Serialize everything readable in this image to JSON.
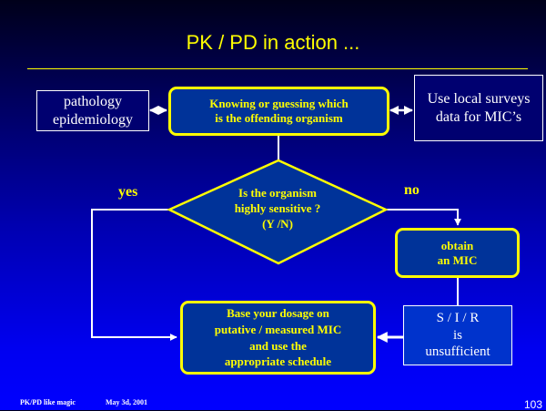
{
  "slide": {
    "title": "PK / PD in action ...",
    "colors": {
      "accent": "#ffff00",
      "box_fill": "#003399",
      "line": "#ffffff"
    }
  },
  "nodes": {
    "pathology": {
      "lines": [
        "pathology",
        "epidemiology"
      ]
    },
    "knowing": {
      "lines": [
        "Knowing or guessing which",
        "is the offending organism"
      ]
    },
    "local_surveys": {
      "lines": [
        "Use local surveys",
        "data for MIC’s"
      ]
    },
    "decision": {
      "lines": [
        "Is the organism",
        "highly sensitive ?",
        "(Y /N)"
      ]
    },
    "obtain_mic": {
      "lines": [
        "obtain",
        "an MIC"
      ]
    },
    "sir": {
      "lines": [
        "S / I / R",
        "is",
        "unsufficient"
      ]
    },
    "dosage": {
      "lines": [
        "Base your dosage on",
        "putative / measured MIC",
        "and use the",
        "appropriate schedule"
      ]
    }
  },
  "edge_labels": {
    "yes": "yes",
    "no": "no"
  },
  "footer": {
    "left": "PK/PD like magic",
    "date": "May 3d, 2001",
    "page_number": "103"
  }
}
